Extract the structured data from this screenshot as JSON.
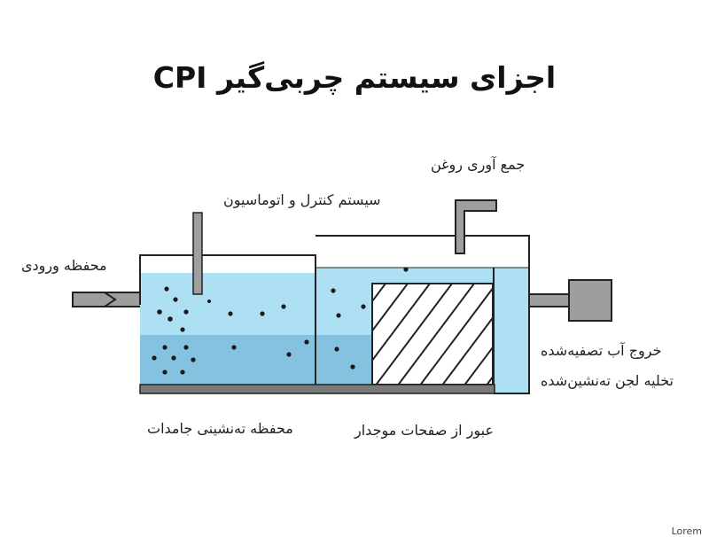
{
  "title": "اجزای سیستم چربی‌گیر CPI",
  "labels": {
    "inlet_chamber": "محفظه ورودی",
    "control_system": "سیستم کنترل و اتوماسیون",
    "oil_collection": "جمع آوری روغن",
    "treated_outlet": "خروج آب تصفیه‌شده",
    "sludge_discharge": "تخلیه لجن ته‌نشین‌شده",
    "settling_chamber": "محفظه ته‌نشینی جامدات",
    "corrugated_plates": "عبور از صفحات موجدار"
  },
  "corner_text": "Lorem",
  "colors": {
    "water_light": "#aee0f3",
    "water_dark": "#84c2e0",
    "outline": "#222222",
    "pipe_gray": "#9e9e9e",
    "base_gray": "#7a7a7a"
  }
}
